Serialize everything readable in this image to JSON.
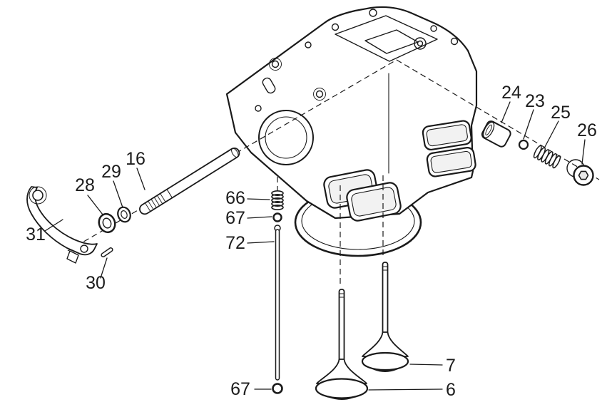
{
  "figure": {
    "type": "exploded-parts-diagram",
    "background": "#ffffff",
    "line_color": "#1a1a1a"
  },
  "callouts": [
    {
      "id": "24",
      "label": "24"
    },
    {
      "id": "23",
      "label": "23"
    },
    {
      "id": "25",
      "label": "25"
    },
    {
      "id": "26",
      "label": "26"
    },
    {
      "id": "16",
      "label": "16"
    },
    {
      "id": "29",
      "label": "29"
    },
    {
      "id": "28",
      "label": "28"
    },
    {
      "id": "31",
      "label": "31"
    },
    {
      "id": "30",
      "label": "30"
    },
    {
      "id": "66",
      "label": "66"
    },
    {
      "id": "67-upper",
      "label": "67"
    },
    {
      "id": "72",
      "label": "72"
    },
    {
      "id": "67-lower",
      "label": "67"
    },
    {
      "id": "7",
      "label": "7"
    },
    {
      "id": "6",
      "label": "6"
    }
  ]
}
